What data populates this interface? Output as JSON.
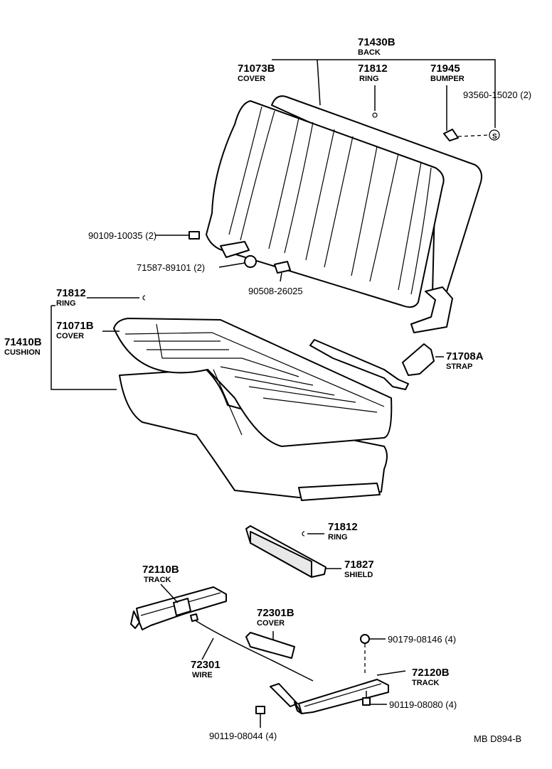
{
  "diagram": {
    "labels": [
      {
        "id": "back",
        "part": "71430B",
        "name": "BACK"
      },
      {
        "id": "back-cover",
        "part": "71073B",
        "name": "COVER"
      },
      {
        "id": "back-ring",
        "part": "71812",
        "name": "RING"
      },
      {
        "id": "bumper",
        "part": "71945",
        "name": "BUMPER"
      },
      {
        "id": "screw-93560",
        "part": "93560-15020 (2)",
        "name": ""
      },
      {
        "id": "bolt-90109",
        "part": "90109-10035 (2)",
        "name": ""
      },
      {
        "id": "hinge-71587",
        "part": "71587-89101 (2)",
        "name": ""
      },
      {
        "id": "clip-90508",
        "part": "90508-26025",
        "name": ""
      },
      {
        "id": "cushion-ring",
        "part": "71812",
        "name": "RING"
      },
      {
        "id": "cushion",
        "part": "71410B",
        "name": "CUSHION"
      },
      {
        "id": "cushion-cover",
        "part": "71071B",
        "name": "COVER"
      },
      {
        "id": "strap",
        "part": "71708A",
        "name": "STRAP"
      },
      {
        "id": "shield-ring",
        "part": "71812",
        "name": "RING"
      },
      {
        "id": "shield",
        "part": "71827",
        "name": "SHIELD"
      },
      {
        "id": "track-left",
        "part": "72110B",
        "name": "TRACK"
      },
      {
        "id": "wire-cover",
        "part": "72301B",
        "name": "COVER"
      },
      {
        "id": "wire",
        "part": "72301",
        "name": "WIRE"
      },
      {
        "id": "nut-90179",
        "part": "90179-08146 (4)",
        "name": ""
      },
      {
        "id": "track-right",
        "part": "72120B",
        "name": "TRACK"
      },
      {
        "id": "bolt-90119-080",
        "part": "90119-08080 (4)",
        "name": ""
      },
      {
        "id": "bolt-90119-044",
        "part": "90119-08044 (4)",
        "name": ""
      }
    ],
    "footer_code": "MB  D894-B"
  }
}
